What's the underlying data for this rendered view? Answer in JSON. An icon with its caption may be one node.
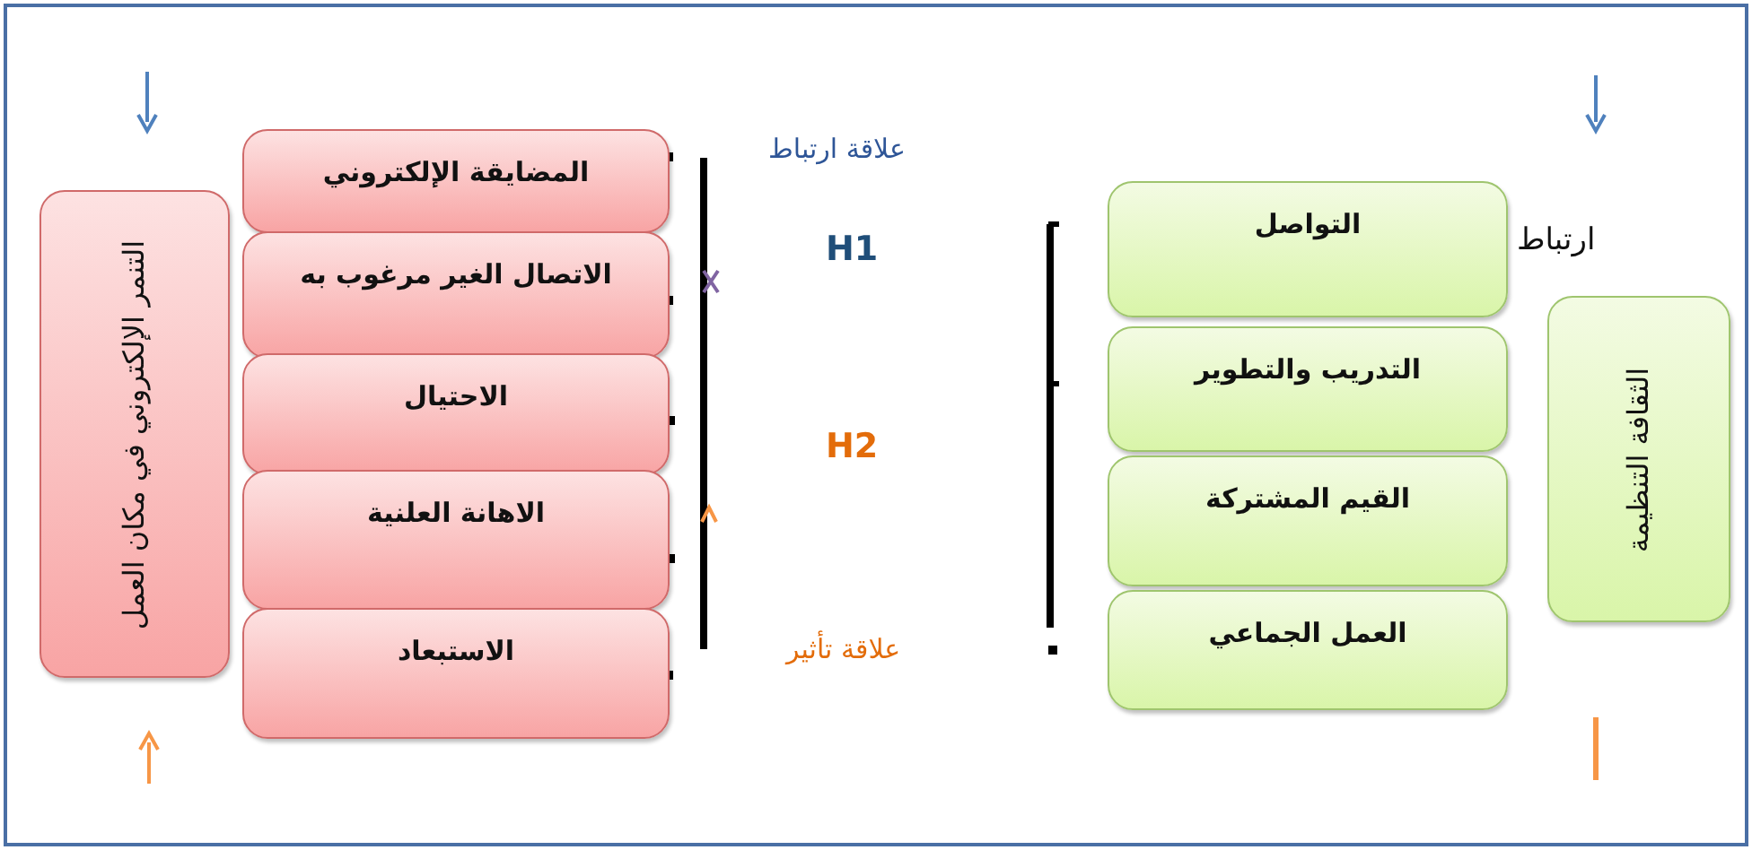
{
  "diagram": {
    "nodes": [
      {
        "text": [
          "التنمر الإلكتروني في مكان العمل"
        ]
      },
      {
        "text": [
          "المضايقة الإلكتروني"
        ]
      },
      {
        "text": [
          "الاتصال الغير مرغوب به"
        ]
      },
      {
        "text": [
          "الاحتيال"
        ]
      },
      {
        "text": [
          "الاهانة العلنية"
        ]
      },
      {
        "text": [
          "الاستبعاد"
        ]
      },
      {
        "text": [
          "التواصل"
        ]
      },
      {
        "text": [
          "التدريب والتطوير"
        ]
      },
      {
        "text": [
          "القيم المشتركة"
        ]
      },
      {
        "text": [
          "العمل الجماعي"
        ]
      },
      {
        "text": [
          "الثقافة التنظيمة"
        ]
      }
    ],
    "labels": [
      "علاقة ارتباط",
      "H1",
      "H2",
      "علاقة تأثير",
      "ارتباط"
    ]
  }
}
